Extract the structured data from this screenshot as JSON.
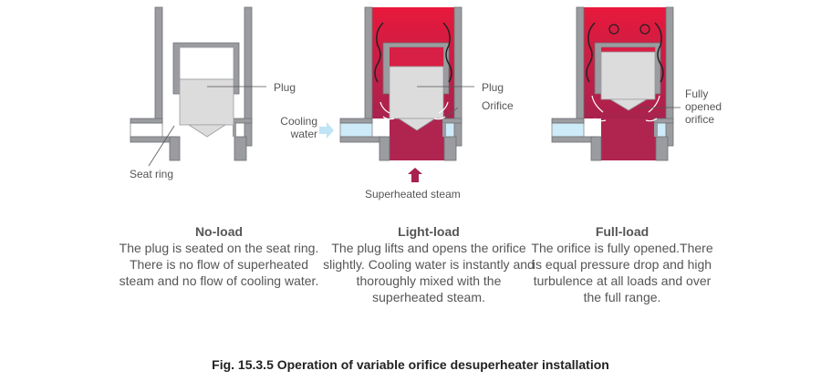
{
  "diagrams": [
    {
      "title": "No-load",
      "text": "The plug is seated on the seat ring. There is no flow of superheated steam and no flow of cooling water.",
      "labels": {
        "plug": "Plug",
        "seat_ring": "Seat ring"
      }
    },
    {
      "title": "Light-load",
      "text": "The plug lifts and opens the orifice slightly. Cooling water is instantly and thoroughly mixed with the superheated steam.",
      "labels": {
        "plug": "Plug",
        "orifice": "Orifice",
        "cooling_water": "Cooling water",
        "steam": "Superheated steam"
      }
    },
    {
      "title": "Full-load",
      "text": "The orifice is fully opened.There is equal pressure drop and high turbulence at all loads and over the full range.",
      "labels": {
        "orifice": "Fully opened orifice"
      }
    }
  ],
  "figure_caption": "Fig. 15.3.5 Operation of variable orifice desuperheater installation",
  "colors": {
    "wall": "#9a9ca0",
    "steam_top": "#e8193c",
    "steam_bottom": "#a8224e",
    "water": "#cdebf8",
    "plug": "#dcdcdc",
    "arrow": "#a8224e"
  }
}
